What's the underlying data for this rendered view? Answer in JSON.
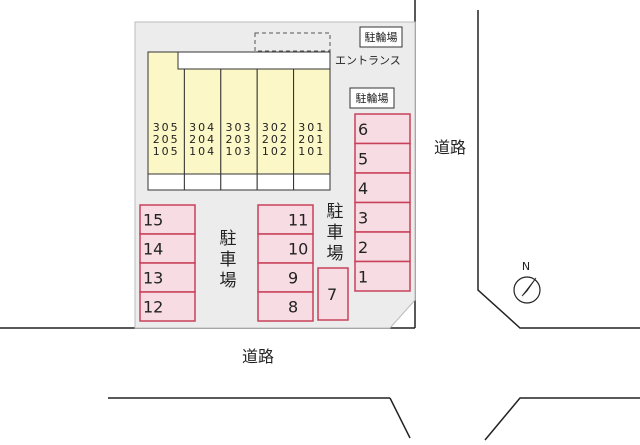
{
  "road_labels": {
    "east": "道路",
    "south": "道路"
  },
  "bike_parking_labels": [
    "駐輪場",
    "駐輪場"
  ],
  "entrance_label": "エントランス",
  "parking_label": "駐車場",
  "compass_label": "N",
  "building_units": [
    [
      "305",
      "205",
      "105"
    ],
    [
      "304",
      "204",
      "104"
    ],
    [
      "303",
      "203",
      "103"
    ],
    [
      "302",
      "202",
      "102"
    ],
    [
      "301",
      "201",
      "101"
    ]
  ],
  "parking_spaces": {
    "right_column": [
      "6",
      "5",
      "4",
      "3",
      "2",
      "1"
    ],
    "left_column": [
      "15",
      "14",
      "13",
      "12"
    ],
    "middle_column": [
      "11",
      "10",
      "9",
      "8"
    ],
    "single": "7"
  },
  "colors": {
    "building": "#fbf7c6",
    "parking_fill": "#f7dde3",
    "parking_stroke": "#c8405a",
    "lot": "#ececec"
  }
}
